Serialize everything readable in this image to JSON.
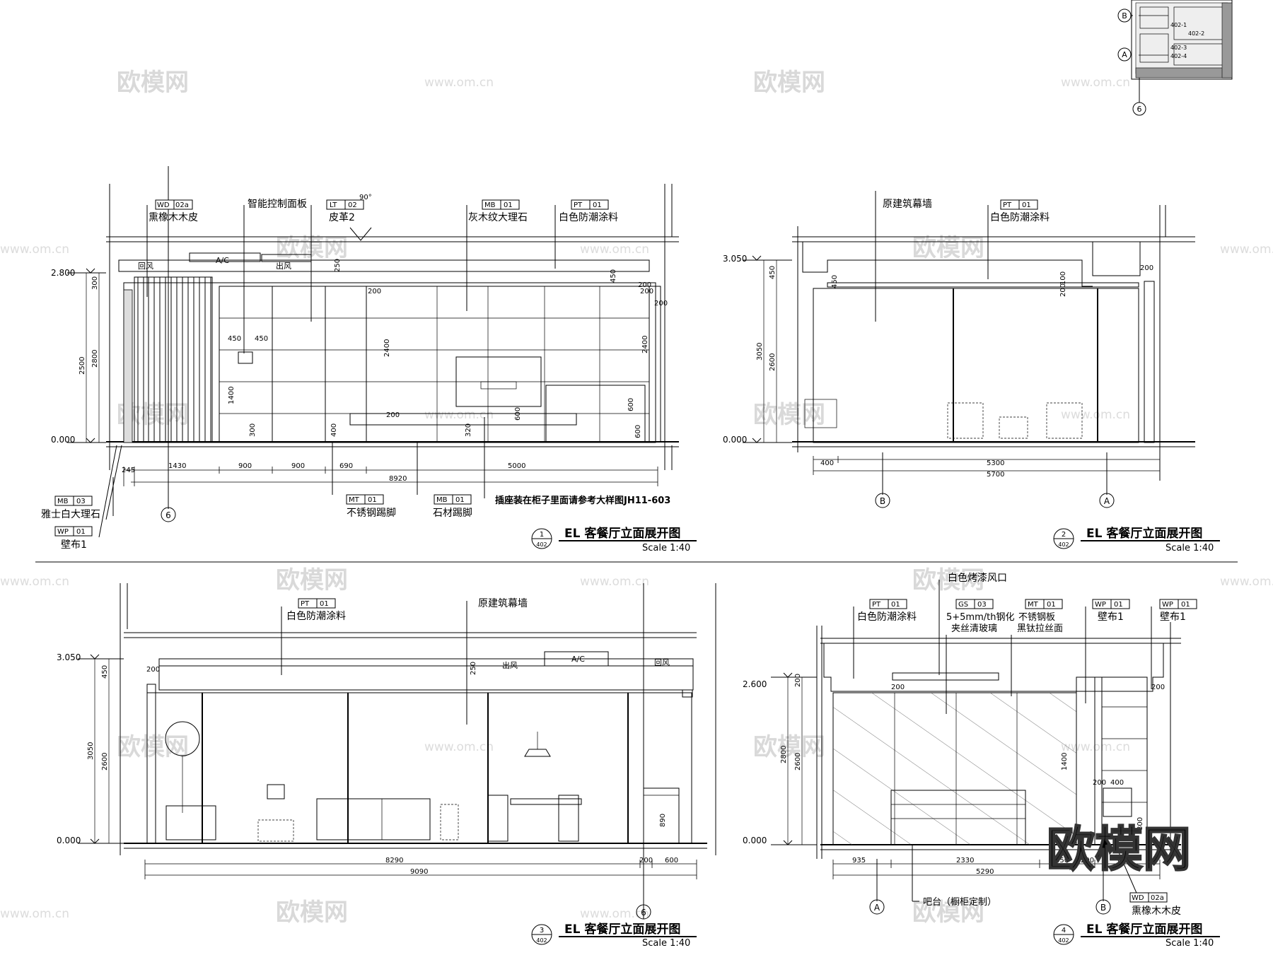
{
  "watermarks": {
    "brand": "欧模网",
    "url": "www.om.cn",
    "big_brand": "欧模网"
  },
  "keyplan": {
    "markers": [
      "B",
      "A",
      "6"
    ],
    "room_tags": [
      "402-1",
      "402-2",
      "402-3",
      "402-4"
    ]
  },
  "panel1": {
    "number": "1",
    "sheet": "402",
    "title": "EL  客餐厅立面展开图",
    "scale": "Scale 1:40",
    "levels": [
      "2.800",
      "0.000"
    ],
    "tags": [
      {
        "code": "WD",
        "no": "02a",
        "text": "熏橡木木皮"
      },
      {
        "code": "",
        "no": "",
        "text": "智能控制面板"
      },
      {
        "code": "LT",
        "no": "02",
        "text": "皮革2"
      },
      {
        "code": "MB",
        "no": "01",
        "text": "灰木纹大理石"
      },
      {
        "code": "PT",
        "no": "01",
        "text": "白色防潮涂料"
      },
      {
        "code": "MB",
        "no": "03",
        "text": "雅士白大理石"
      },
      {
        "code": "WP",
        "no": "01",
        "text": "壁布1"
      },
      {
        "code": "MT",
        "no": "01",
        "text": "不锈钢踢脚"
      },
      {
        "code": "MB",
        "no": "01",
        "text": "石材踢脚"
      },
      {
        "code": "",
        "no": "",
        "text": "插座装在柜子里面请参考大样图JH11-603"
      }
    ],
    "inner_labels": [
      "回风",
      "A/C",
      "出风",
      "90°"
    ],
    "bottom_dims": [
      "245",
      "1430",
      "900",
      "900",
      "690",
      "5000"
    ],
    "total_dim": "8920",
    "vertical_dims": [
      "300",
      "2800",
      "2500"
    ],
    "inner_dims": [
      "250",
      "450",
      "450",
      "450",
      "200",
      "200",
      "200",
      "2400",
      "2400",
      "1400",
      "300",
      "400",
      "320",
      "600",
      "600",
      "600",
      "200",
      "200"
    ],
    "axis": "6"
  },
  "panel2": {
    "number": "2",
    "sheet": "402",
    "title": "EL  客餐厅立面展开图",
    "scale": "Scale 1:40",
    "levels": [
      "3.050",
      "0.000"
    ],
    "tags": [
      {
        "code": "",
        "no": "",
        "text": "原建筑幕墙"
      },
      {
        "code": "PT",
        "no": "01",
        "text": "白色防潮涂料"
      }
    ],
    "bottom_dims": [
      "400",
      "5300"
    ],
    "total_dim": "5700",
    "vertical_dims": [
      "450",
      "3050",
      "2600"
    ],
    "inner_dims": [
      "450",
      "100",
      "200",
      "200"
    ],
    "axes": [
      "B",
      "A"
    ]
  },
  "panel3": {
    "number": "3",
    "sheet": "402",
    "title": "EL  客餐厅立面展开图",
    "scale": "Scale 1:40",
    "levels": [
      "3.050",
      "0.000"
    ],
    "tags": [
      {
        "code": "PT",
        "no": "01",
        "text": "白色防潮涂料"
      },
      {
        "code": "",
        "no": "",
        "text": "原建筑幕墙"
      }
    ],
    "inner_labels": [
      "出风",
      "A/C",
      "回风"
    ],
    "bottom_dims": [
      "8290",
      "200",
      "600"
    ],
    "total_dim": "9090",
    "vertical_dims": [
      "450",
      "3050",
      "2600"
    ],
    "inner_dims": [
      "200",
      "250",
      "890"
    ],
    "axis": "6"
  },
  "panel4": {
    "number": "4",
    "sheet": "402",
    "title": "EL  客餐厅立面展开图",
    "scale": "Scale 1:40",
    "levels": [
      "2.600",
      "0.000"
    ],
    "tags": [
      {
        "code": "",
        "no": "",
        "text": "白色烤漆风口"
      },
      {
        "code": "PT",
        "no": "01",
        "text": "白色防潮涂料"
      },
      {
        "code": "GS",
        "no": "03",
        "text": "5+5mm/th钢化",
        "text2": "夹丝清玻璃"
      },
      {
        "code": "MT",
        "no": "01",
        "text": "不锈钢板",
        "text2": "黑钛拉丝面"
      },
      {
        "code": "WP",
        "no": "01",
        "text": "壁布1"
      },
      {
        "code": "WP",
        "no": "01",
        "text": "壁布1"
      },
      {
        "code": "",
        "no": "",
        "text": "吧台（橱柜定制）"
      },
      {
        "code": "WD",
        "no": "02a",
        "text": "熏橡木木皮"
      }
    ],
    "bottom_dims": [
      "935",
      "2330",
      "250",
      "200",
      "690"
    ],
    "total_dim": "5290",
    "vertical_dims": [
      "200",
      "2800",
      "2600"
    ],
    "inner_dims": [
      "200",
      "1400",
      "400",
      "800",
      "200",
      "200"
    ],
    "axes": [
      "A",
      "B"
    ]
  }
}
